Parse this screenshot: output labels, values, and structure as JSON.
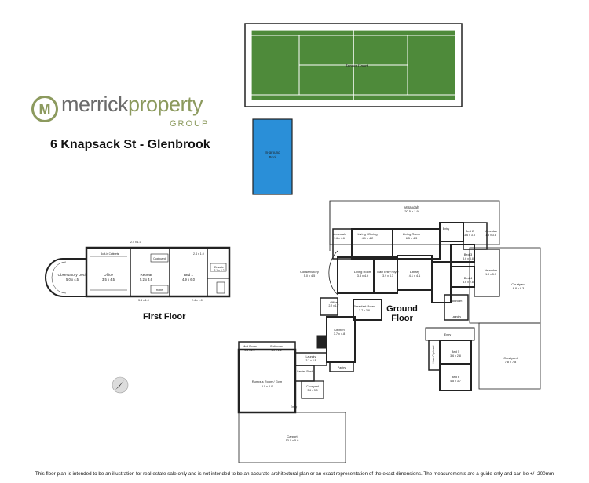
{
  "brand": {
    "mark_letter": "M",
    "name_part1": "merrick",
    "name_part2": "property",
    "group": "GROUP"
  },
  "address": "6 Knapsack St - Glenbrook",
  "floors": {
    "first": "First Floor",
    "ground": "Ground Floor"
  },
  "outdoor": {
    "tennis": "Tennis Court",
    "pool_line1": "In-ground",
    "pool_line2": "Pool"
  },
  "first_floor_rooms": {
    "observatory": "Observatory Deck",
    "observatory_dim": "5.0 x 4.5",
    "office": "Office",
    "office_dim": "3.5 x 4.5",
    "retreat": "Retreat",
    "retreat_dim": "5.2 x 4.6",
    "bed1": "Bed 1",
    "bed1_dim": "4.9 x 6.0",
    "ensuite": "Ensuite",
    "ensuite_dim": "3.1 x 2.2",
    "cupboard": "Cupboard",
    "robe": "Robe",
    "dim_a": "2.4 x 1.0",
    "dim_b": "2.4 x 1.0",
    "dim_c": "3.4 x 1.0",
    "dim_d": "2.4 x 1.0",
    "built_in": "Built-in Cabinets"
  },
  "ground_floor_rooms": {
    "verandah_top": "Verandah",
    "verandah_top_dim": "20.5 x 1.9",
    "verandah_left": "Verandah",
    "verandah_left_dim": "1.6 x 4.6",
    "living_dining": "Living / Dining",
    "living_dining_dim": "4.1 x 4.2",
    "living_room": "Living Room",
    "living_room_dim": "6.5 x 4.3",
    "entry_top": "Entry",
    "bed2": "Bed 2",
    "bed2_dim": "3.6 x 3.8",
    "verandah_right": "Verandah",
    "verandah_right_dim": "1.8 x 3.8",
    "bed3": "Bed 3",
    "bed3_dim": "3.6 x 3.8",
    "verandah_right2": "Verandah",
    "verandah_right2_dim": "1.9 x 5.7",
    "bed4": "Bed 4",
    "bed4_dim": "3.6 x 2.8",
    "conservatory": "Conservatory",
    "conservatory_dim": "5.0 x 4.5",
    "living_room2": "Living Room",
    "living_room2_dim": "3.3 x 4.6",
    "main_entry": "Main Entry Foyer",
    "main_entry_dim": "3.9 x 4.3",
    "library": "Library",
    "library_dim": "4.1 x 4.1",
    "courtyard1": "Courtyard",
    "courtyard1_dim": "6.8 x 9.3",
    "office": "Office",
    "office_dim": "2.2 x 1.7",
    "breakfast": "Breakfast Room",
    "breakfast_dim": "3.7 x 3.8",
    "bathroom": "Bathroom",
    "laundry_small": "Laundry",
    "kitchen": "Kitchen",
    "kitchen_dim": "3.7 x 4.8",
    "mud_room": "Mud Room",
    "mud_room_dim": "2.8 x 2.6",
    "bathroom2": "Bathroom",
    "bathroom2_dim": "3.0 x 2.6",
    "laundry": "Laundry",
    "laundry_dim": "3.7 x 3.8",
    "pantry": "Pantry",
    "entry_mid": "Entry",
    "bed5": "Bed 5",
    "bed5_dim": "3.6 x 2.8",
    "courtyard2": "Courtyard",
    "courtyard2_dim": "7.8 x 7.8",
    "bed6": "Bed 6",
    "bed6_dim": "4.8 x 3.7",
    "linen": "Linen Cupboard",
    "garden_shed": "Garden Shed",
    "rumpus": "Rumpus Room / Gym",
    "rumpus_dim": "8.0 x 6.0",
    "courtyard3": "Courtyard",
    "courtyard3_dim": "3.6 x 3.3",
    "entry_bottom": "Entry",
    "carport": "Carport",
    "carport_dim": "13.0 x 5.6"
  },
  "disclaimer": "This floor plan is intended to be an illustration for real estate sale only and is not intended to be an accurate architectural plan or an exact representation of the exact dimensions. The measurements are a guide only and can be +/- 200mm"
}
